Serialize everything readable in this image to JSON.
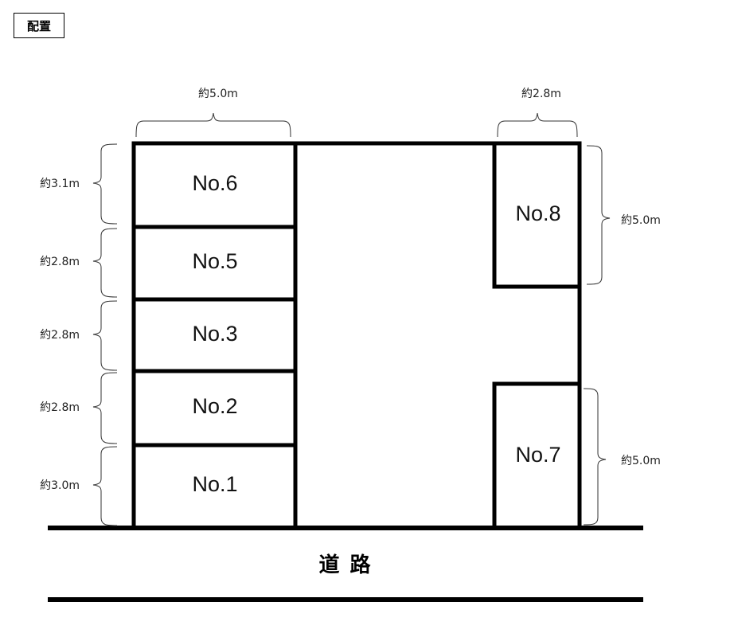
{
  "header": {
    "title": "配置"
  },
  "road": {
    "label": "道 路"
  },
  "slots": {
    "no6": "No.6",
    "no5": "No.5",
    "no3": "No.3",
    "no2": "No.2",
    "no1": "No.1",
    "no8": "No.8",
    "no7": "No.7"
  },
  "dimensions": {
    "left_width": "約5.0m",
    "right_width": "約2.8m",
    "no6_depth": "約3.1m",
    "no5_depth": "約2.8m",
    "no3_depth": "約2.8m",
    "no2_depth": "約2.8m",
    "no1_depth": "約3.0m",
    "no8_length": "約5.0m",
    "no7_length": "約5.0m"
  }
}
